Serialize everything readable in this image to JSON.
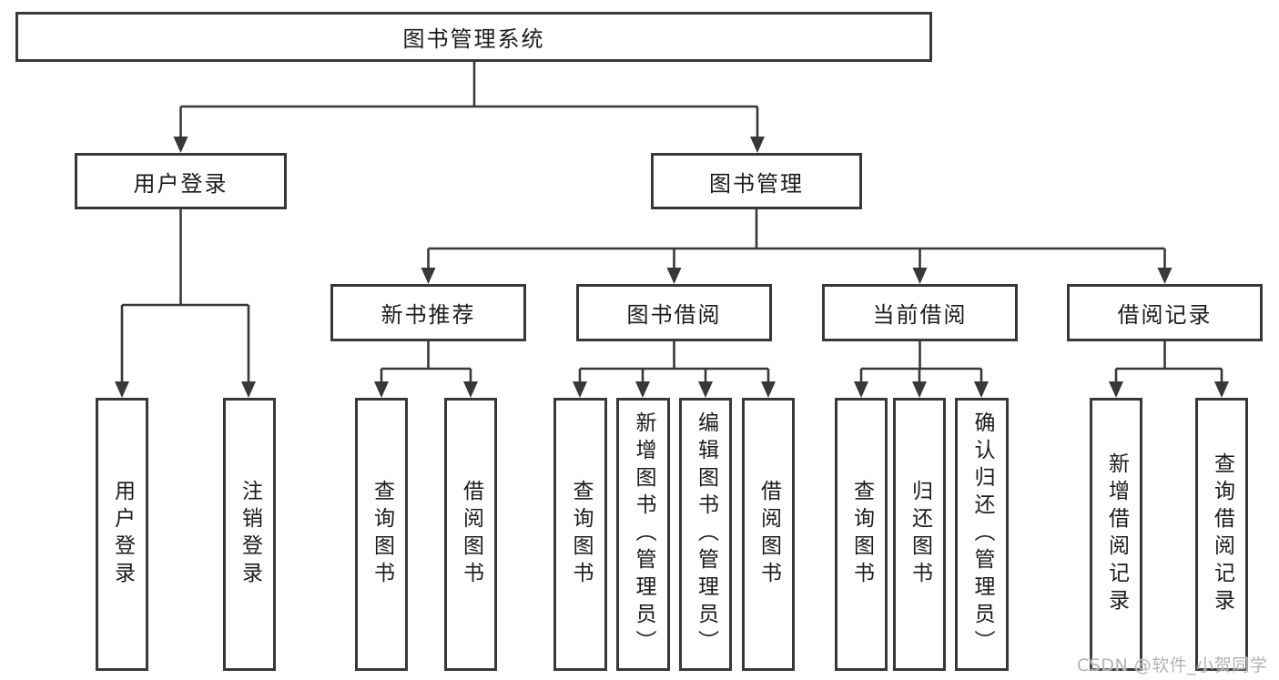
{
  "tree": {
    "label": "图书管理系统",
    "children": [
      {
        "label": "用户登录",
        "children": [
          {
            "label": "用户登录"
          },
          {
            "label": "注销登录"
          }
        ]
      },
      {
        "label": "图书管理",
        "children": [
          {
            "label": "新书推荐",
            "children": [
              {
                "label": "查询图书"
              },
              {
                "label": "借阅图书"
              }
            ]
          },
          {
            "label": "图书借阅",
            "children": [
              {
                "label": "查询图书"
              },
              {
                "label": "新增图书（管理员）"
              },
              {
                "label": "编辑图书（管理员）"
              },
              {
                "label": "借阅图书"
              }
            ]
          },
          {
            "label": "当前借阅",
            "children": [
              {
                "label": "查询图书"
              },
              {
                "label": "归还图书"
              },
              {
                "label": "确认归还（管理员）"
              }
            ]
          },
          {
            "label": "借阅记录",
            "children": [
              {
                "label": "新增借阅记录"
              },
              {
                "label": "查询借阅记录"
              }
            ]
          }
        ]
      }
    ]
  },
  "watermark": {
    "text": "CSDN @软件_小贺同学"
  },
  "colors": {
    "line": "#383838",
    "text": "#1b1b1b",
    "background": "#ffffff",
    "watermark": "#b3b3b3"
  }
}
